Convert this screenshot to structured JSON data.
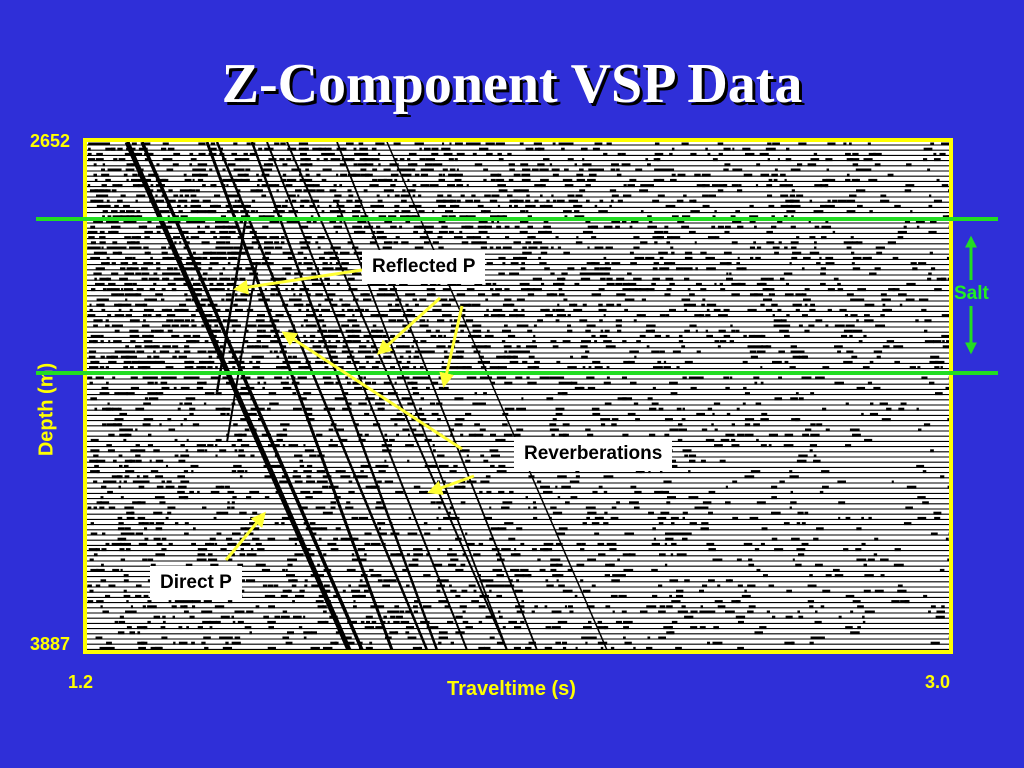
{
  "slide": {
    "title": "Z-Component VSP Data"
  },
  "axes": {
    "y_label": "Depth (m)",
    "y_top": "2652",
    "y_bottom": "3887",
    "x_label": "Traveltime (s)",
    "x_left": "1.2",
    "x_right": "3.0"
  },
  "annotations": {
    "reflected_p": "Reflected P",
    "reverberations": "Reverberations",
    "direct_p": "Direct P",
    "salt": "Salt"
  },
  "colors": {
    "background": "#2f2fd8",
    "frame": "#ffff00",
    "salt_lines": "#22dd22",
    "arrows": "#ffff33",
    "labels": "#ffff00"
  }
}
